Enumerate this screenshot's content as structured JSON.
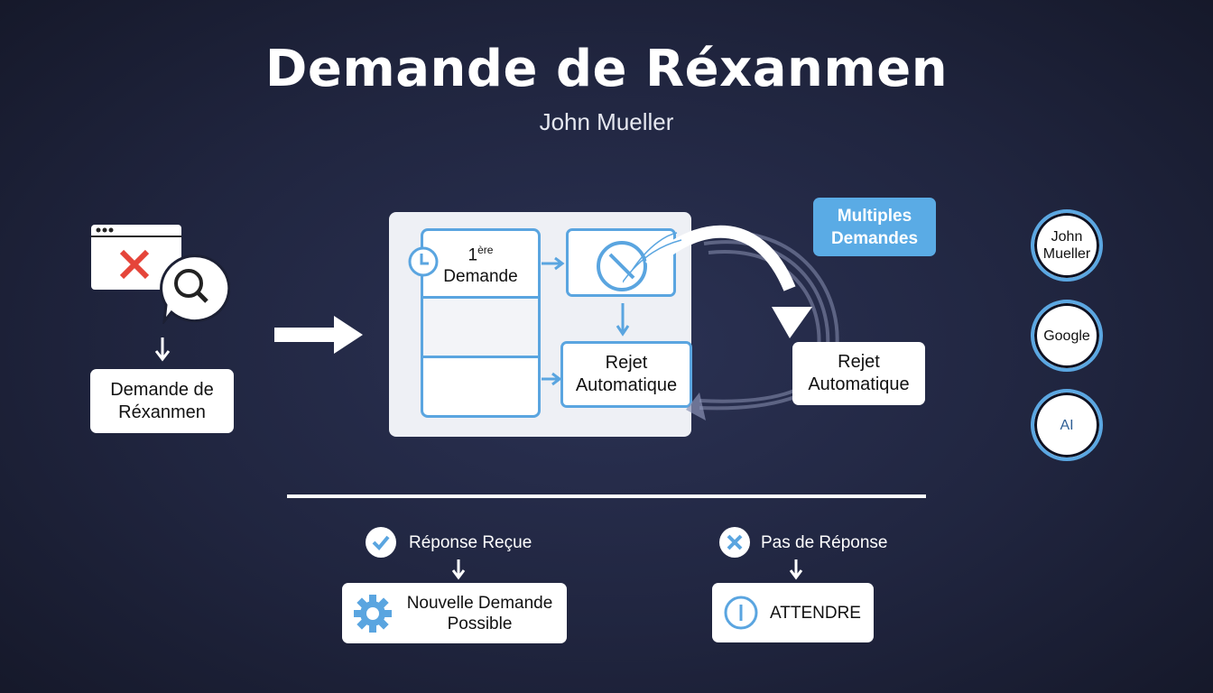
{
  "header": {
    "title": "Demande de Réxanmen",
    "subtitle": "John Mueller"
  },
  "left": {
    "box_label_1": "Demande de",
    "box_label_2": "Réxanmen"
  },
  "panel": {
    "first_sup": "ère",
    "first_num": "1",
    "first_label": "Demande",
    "rejet_1": "Rejet",
    "rejet_2": "Automatique"
  },
  "right": {
    "multiples_1": "Multiples",
    "multiples_2": "Demandes",
    "rejet_1": "Rejet",
    "rejet_2": "Automatique"
  },
  "actors": [
    {
      "line1": "John",
      "line2": "Mueller"
    },
    {
      "line1": "Google"
    },
    {
      "line1": "AI"
    }
  ],
  "outcomes": {
    "received": {
      "label": "Réponse Reçue",
      "box_1": "Nouvelle Demande",
      "box_2": "Possible"
    },
    "none": {
      "label": "Pas de Réponse",
      "box": "ATTENDRE"
    }
  },
  "colors": {
    "accent": "#5aa5e0",
    "reject": "#e5453a"
  }
}
